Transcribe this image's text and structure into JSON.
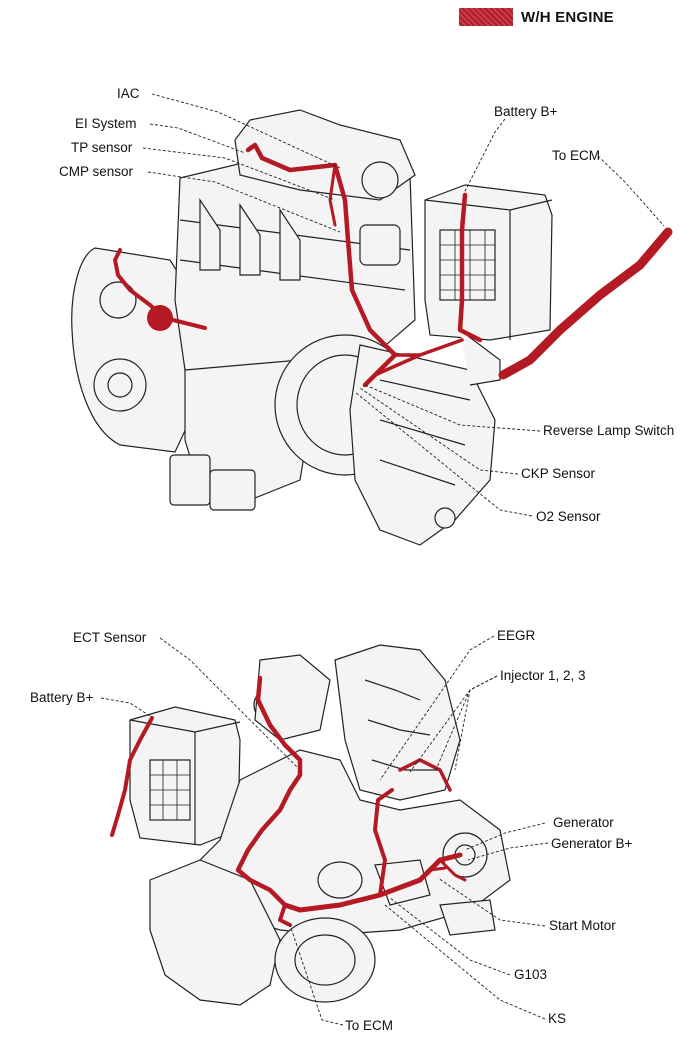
{
  "legend": {
    "label": "W/H ENGINE",
    "color": "#b51a24"
  },
  "top_view": {
    "labels": {
      "iac": "IAC",
      "ei_system": "EI System",
      "tp_sensor": "TP sensor",
      "cmp_sensor": "CMP sensor",
      "battery_b_plus": "Battery B+",
      "to_ecm": "To ECM",
      "reverse_lamp_switch": "Reverse Lamp Switch",
      "ckp_sensor": "CKP Sensor",
      "o2_sensor": "O2 Sensor"
    }
  },
  "bottom_view": {
    "labels": {
      "ect_sensor": "ECT Sensor",
      "eegr": "EEGR",
      "battery_b_plus": "Battery B+",
      "injector": "Injector 1, 2, 3",
      "generator": "Generator",
      "generator_b_plus": "Generator B+",
      "start_motor": "Start Motor",
      "g103": "G103",
      "ks": "KS",
      "to_ecm": "To ECM"
    }
  }
}
